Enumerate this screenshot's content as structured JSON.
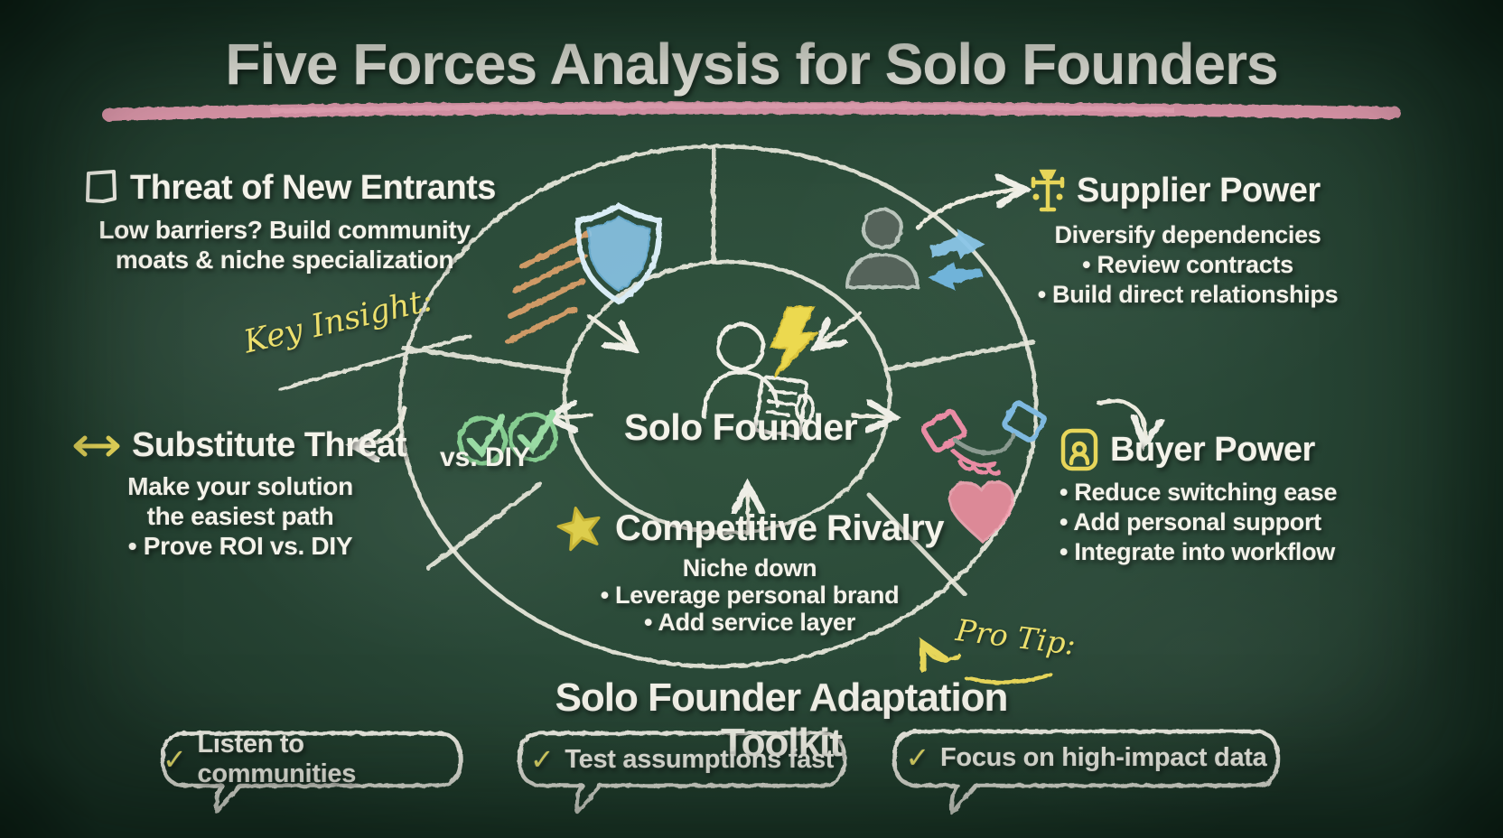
{
  "title": "Five Forces Analysis for Solo Founders",
  "center_label": "Solo Founder",
  "forces": {
    "new_entrants": {
      "heading": "Threat of New Entrants",
      "lines": [
        "Low barriers? Build community",
        "moats & niche specialization"
      ]
    },
    "supplier_power": {
      "heading": "Supplier Power",
      "lines": [
        "Diversify dependencies",
        "• Review contracts",
        "• Build direct relationships"
      ]
    },
    "substitute_threat": {
      "heading": "Substitute Threat",
      "lines": [
        "Make your solution",
        "the easiest path",
        "• Prove ROI vs. DIY"
      ]
    },
    "buyer_power": {
      "heading": "Buyer Power",
      "lines": [
        "• Reduce switching ease",
        "• Add personal support",
        "• Integrate into workflow"
      ]
    },
    "competitive_rivalry": {
      "heading": "Competitive Rivalry",
      "lines": [
        "Niche down",
        "• Leverage personal brand",
        "• Add service layer"
      ]
    }
  },
  "annotations": {
    "key_insight": "Key Insight:",
    "pro_tip": "Pro Tip:",
    "vs_diy": "vs. DIY",
    "check": "✓"
  },
  "toolkit": {
    "heading": "Solo Founder Adaptation Toolkit",
    "bubbles": [
      "Listen to communities",
      "Test assumptions fast",
      "Focus on high-impact data"
    ]
  },
  "icons": {
    "shield": "shield-icon",
    "scale": "scale-icon",
    "person": "person-icon",
    "handshake": "handshake-icon",
    "heart": "heart-icon",
    "star": "star-icon",
    "lightning": "lightning-icon"
  },
  "colors": {
    "board_green": "#2a4938",
    "chalk_white": "#f4f3ea",
    "chalk_pink": "#ee9fb6",
    "chalk_yellow": "#e7d65a",
    "chalk_blue": "#8ac5e7",
    "chalk_green": "#85cc90",
    "chalk_orange": "#cf9a66"
  }
}
